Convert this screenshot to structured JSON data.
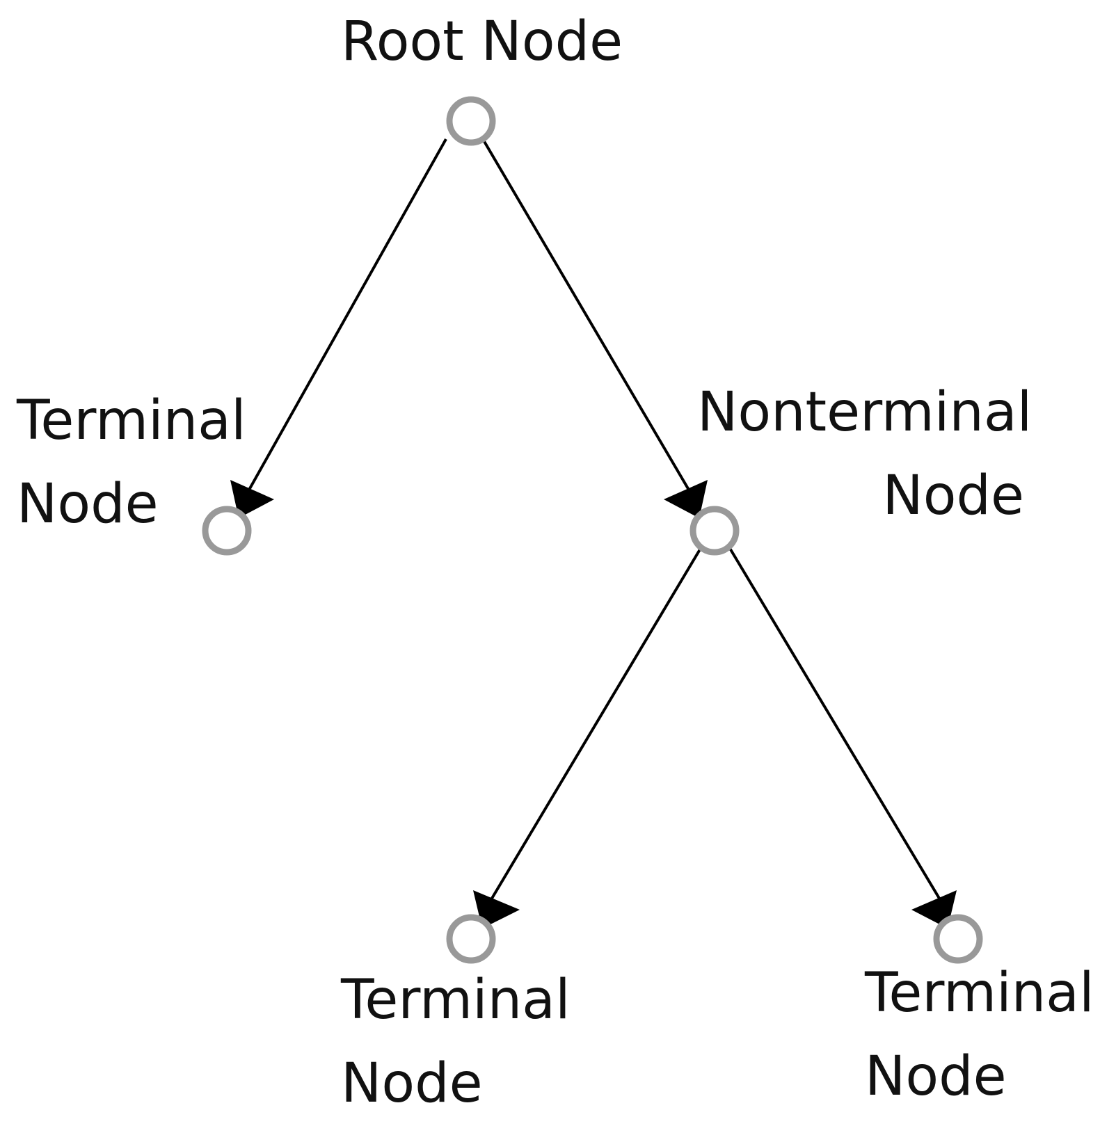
{
  "nodes": {
    "root": {
      "label": "Root Node"
    },
    "terminal_left": {
      "label_line1": "Terminal",
      "label_line2": "Node"
    },
    "nonterminal": {
      "label_line1": "Nonterminal",
      "label_line2": "Node"
    },
    "terminal_bottom_left": {
      "label_line1": "Terminal",
      "label_line2": "Node"
    },
    "terminal_bottom_right": {
      "label_line1": "Terminal",
      "label_line2": "Node"
    }
  },
  "edges": [
    {
      "from": "root",
      "to": "terminal_left"
    },
    {
      "from": "root",
      "to": "nonterminal"
    },
    {
      "from": "nonterminal",
      "to": "terminal_bottom_left"
    },
    {
      "from": "nonterminal",
      "to": "terminal_bottom_right"
    }
  ],
  "colors": {
    "node_stroke": "#999999",
    "edge": "#000000",
    "text": "#111111",
    "background": "#ffffff"
  }
}
